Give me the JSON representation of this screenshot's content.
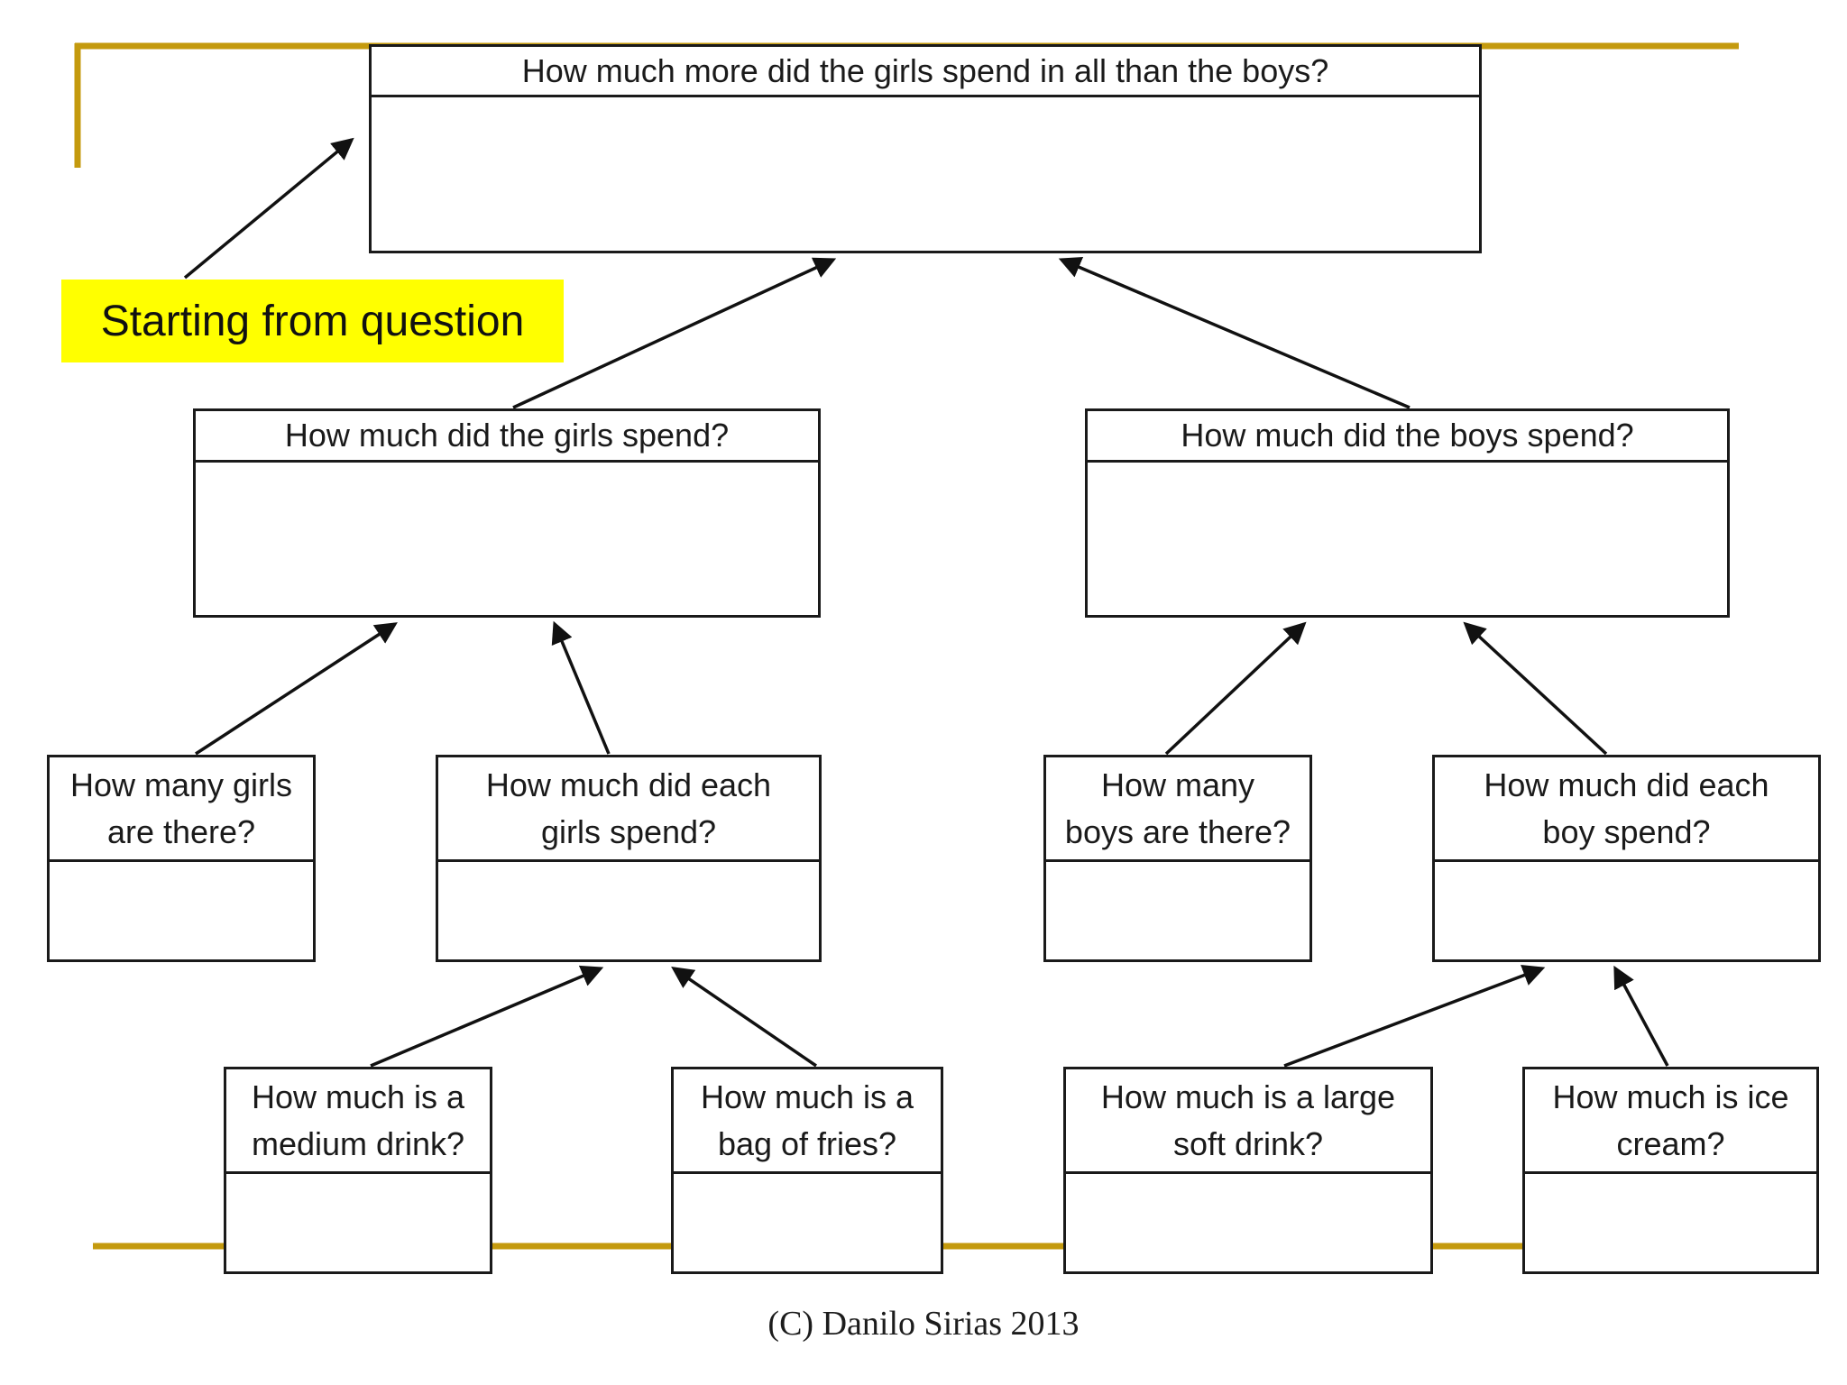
{
  "annotation": {
    "label": "Starting from question"
  },
  "copyright": "(C) Danilo Sirias 2013",
  "colors": {
    "gold": "#C49A0E",
    "highlight": "#FFFF00",
    "border": "#1a1a1a",
    "arrow": "#111111",
    "paper": "#ffffff",
    "ink": "#1a1a1a"
  },
  "boxes": [
    {
      "id": "root-question",
      "lines": [
        "How much more did the girls spend in all than the boys?"
      ]
    },
    {
      "id": "girls-total",
      "lines": [
        "How much did the girls spend?"
      ]
    },
    {
      "id": "boys-total",
      "lines": [
        "How much did the boys spend?"
      ]
    },
    {
      "id": "girls-count",
      "lines": [
        "How many girls",
        "are there?"
      ]
    },
    {
      "id": "girls-each",
      "lines": [
        "How much did each",
        "girls spend?"
      ]
    },
    {
      "id": "boys-count",
      "lines": [
        "How many",
        "boys are there?"
      ]
    },
    {
      "id": "boys-each",
      "lines": [
        "How much did each",
        "boy spend?"
      ]
    },
    {
      "id": "medium-drink",
      "lines": [
        "How much is a",
        "medium drink?"
      ]
    },
    {
      "id": "bag-of-fries",
      "lines": [
        "How much is a",
        "bag of fries?"
      ]
    },
    {
      "id": "large-soft-drink",
      "lines": [
        "How much is a large",
        "soft drink?"
      ]
    },
    {
      "id": "ice-cream",
      "lines": [
        "How much is ice",
        "cream?"
      ]
    }
  ]
}
